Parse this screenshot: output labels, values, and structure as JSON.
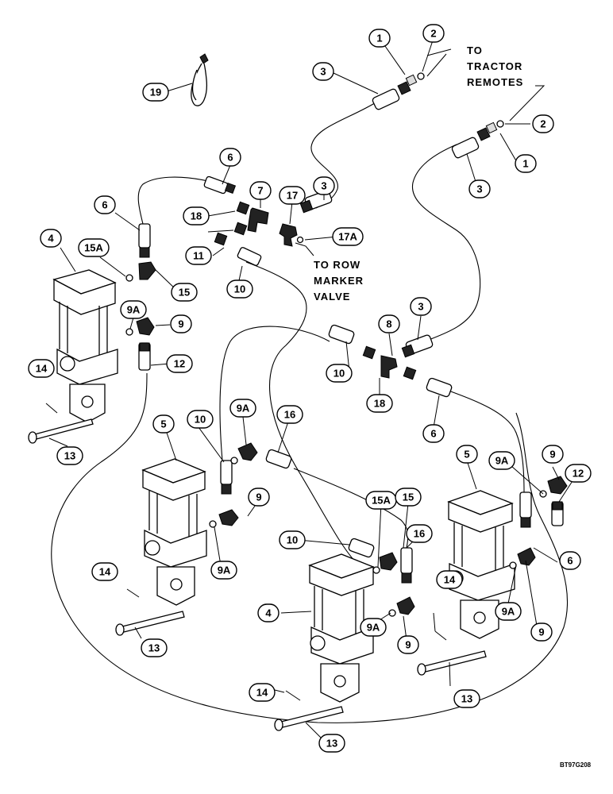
{
  "callouts": [
    {
      "id": "c1a",
      "label": "1"
    },
    {
      "id": "c2a",
      "label": "2"
    },
    {
      "id": "c3a",
      "label": "3"
    },
    {
      "id": "c19",
      "label": "19"
    },
    {
      "id": "c2b",
      "label": "2"
    },
    {
      "id": "c1b",
      "label": "1"
    },
    {
      "id": "c3b",
      "label": "3"
    },
    {
      "id": "c6a",
      "label": "6"
    },
    {
      "id": "c7",
      "label": "7"
    },
    {
      "id": "c17",
      "label": "17"
    },
    {
      "id": "c3c",
      "label": "3"
    },
    {
      "id": "c6b",
      "label": "6"
    },
    {
      "id": "c18a",
      "label": "18"
    },
    {
      "id": "c17a",
      "label": "17A"
    },
    {
      "id": "c4a",
      "label": "4"
    },
    {
      "id": "c15aa",
      "label": "15A"
    },
    {
      "id": "c11",
      "label": "11"
    },
    {
      "id": "c10a",
      "label": "10"
    },
    {
      "id": "c15a",
      "label": "15"
    },
    {
      "id": "c9aa",
      "label": "9A"
    },
    {
      "id": "c9a",
      "label": "9"
    },
    {
      "id": "c3d",
      "label": "3"
    },
    {
      "id": "c8",
      "label": "8"
    },
    {
      "id": "c12a",
      "label": "12"
    },
    {
      "id": "c14a",
      "label": "14"
    },
    {
      "id": "c10b",
      "label": "10"
    },
    {
      "id": "c18b",
      "label": "18"
    },
    {
      "id": "c13a",
      "label": "13"
    },
    {
      "id": "c6c",
      "label": "6"
    },
    {
      "id": "c5a",
      "label": "5"
    },
    {
      "id": "c10c",
      "label": "10"
    },
    {
      "id": "c9ab",
      "label": "9A"
    },
    {
      "id": "c16a",
      "label": "16"
    },
    {
      "id": "c5b",
      "label": "5"
    },
    {
      "id": "c9ac",
      "label": "9A"
    },
    {
      "id": "c9b",
      "label": "9"
    },
    {
      "id": "c12b",
      "label": "12"
    },
    {
      "id": "c9c",
      "label": "9"
    },
    {
      "id": "c9ad",
      "label": "9A"
    },
    {
      "id": "c15ab",
      "label": "15A"
    },
    {
      "id": "c15b",
      "label": "15"
    },
    {
      "id": "c10d",
      "label": "10"
    },
    {
      "id": "c16b",
      "label": "16"
    },
    {
      "id": "c6d",
      "label": "6"
    },
    {
      "id": "c14b",
      "label": "14"
    },
    {
      "id": "c13b",
      "label": "13"
    },
    {
      "id": "c4b",
      "label": "4"
    },
    {
      "id": "c14c",
      "label": "14"
    },
    {
      "id": "c9d",
      "label": "9"
    },
    {
      "id": "c9ae",
      "label": "9A"
    },
    {
      "id": "c9e",
      "label": "9"
    },
    {
      "id": "c9af",
      "label": "9A"
    },
    {
      "id": "c13c",
      "label": "13"
    },
    {
      "id": "c14d",
      "label": "14"
    },
    {
      "id": "c13d",
      "label": "13"
    }
  ],
  "notes": {
    "tractor_line1": "TO",
    "tractor_line2": "TRACTOR",
    "tractor_line3": "REMOTES",
    "row_line1": "TO ROW",
    "row_line2": "MARKER",
    "row_line3": "VALVE"
  },
  "drawing_code": "BT97G208"
}
